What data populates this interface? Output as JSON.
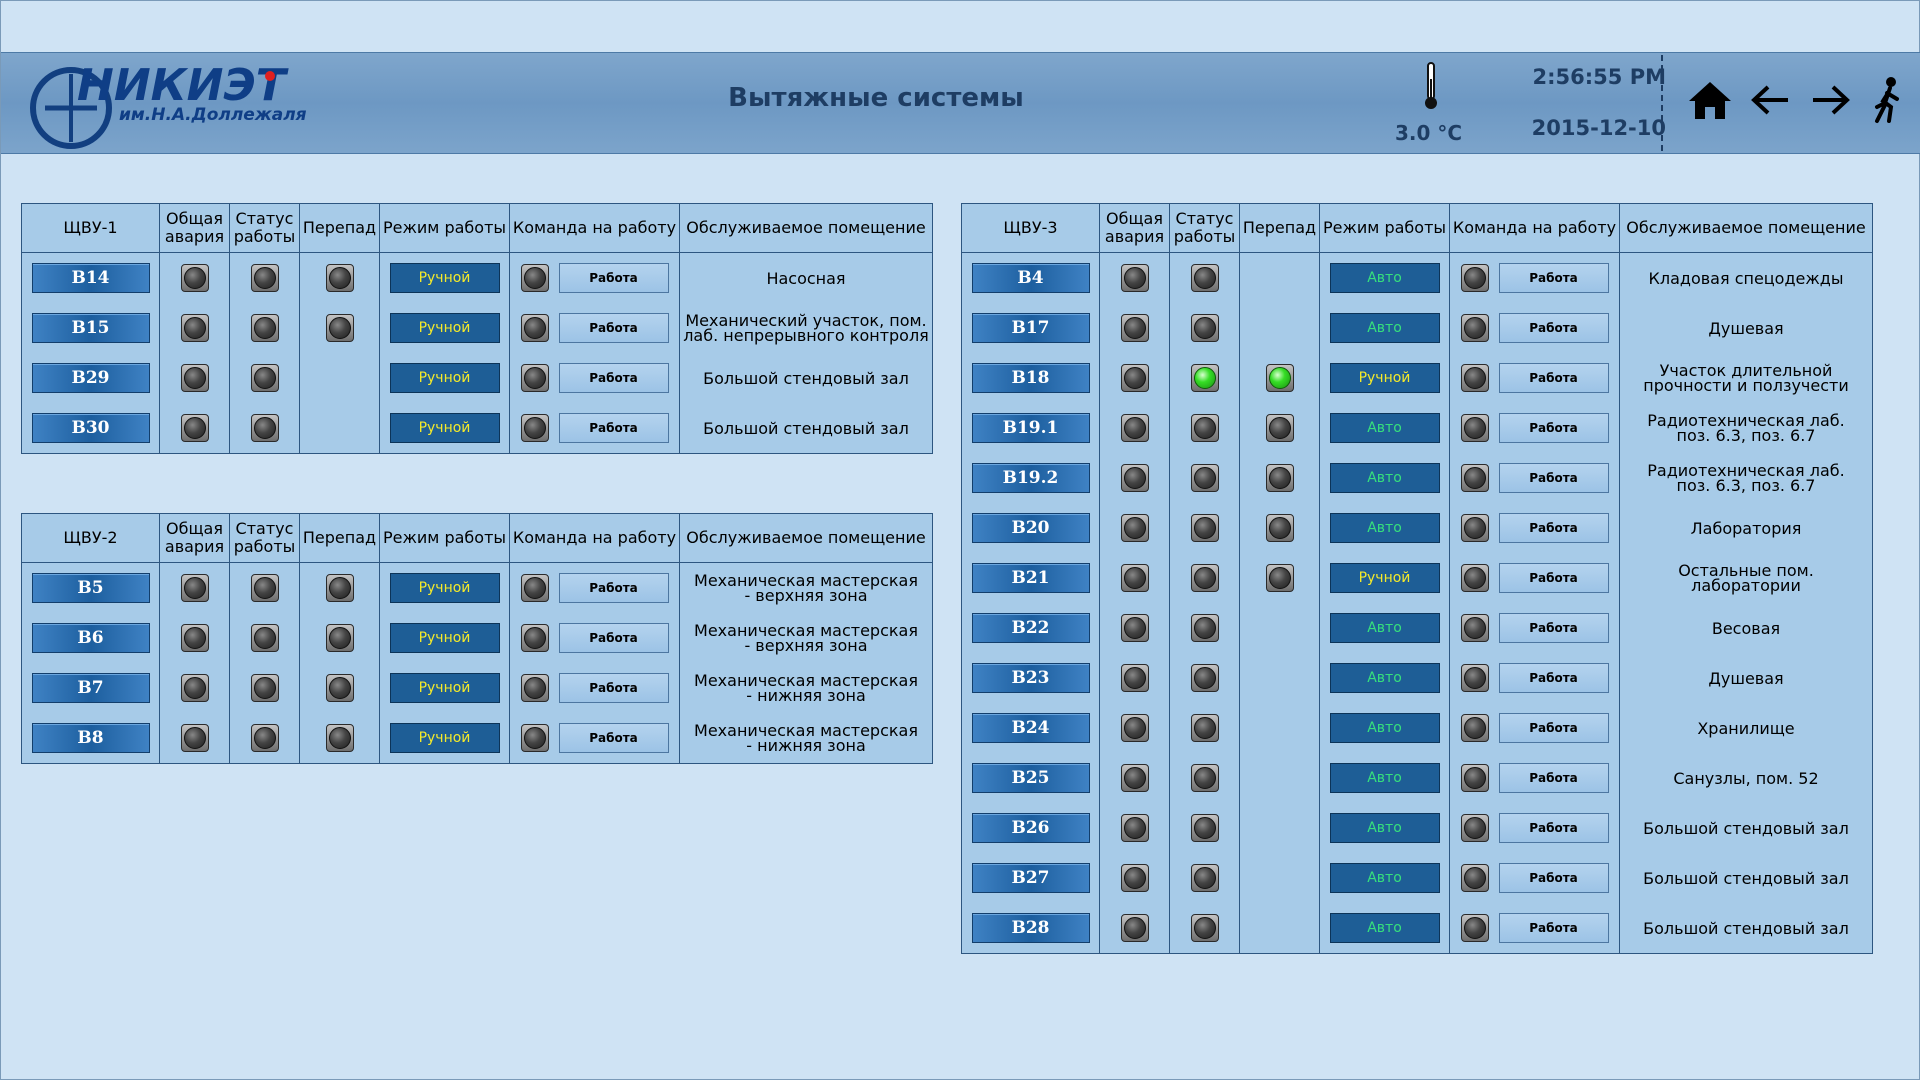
{
  "header": {
    "logo_name": "НИКИЭТ",
    "logo_sub": "им.Н.А.Доллежаля",
    "title": "Вытяжные системы",
    "temperature": "3.0 °C",
    "time": "2:56:55 PM",
    "date": "2015-12-10"
  },
  "colors": {
    "lamp_on": "#35dd25",
    "mode_manual_text": "#f4ea2a",
    "mode_auto_text": "#36e07c"
  },
  "columns": {
    "alarm": "Общая авария",
    "status": "Статус работы",
    "diff": "Перепад",
    "mode": "Режим работы",
    "command": "Команда на работу",
    "room": "Обслуживаемое помещение"
  },
  "labels": {
    "work": "Работа",
    "manual": "Ручной",
    "auto": "Авто"
  },
  "panels": [
    {
      "title": "ЩВУ-1",
      "rows": [
        {
          "id": "В14",
          "diff": true,
          "mode": "manual",
          "status_on": false,
          "diff_on": false,
          "room": [
            "Насосная"
          ]
        },
        {
          "id": "В15",
          "diff": true,
          "mode": "manual",
          "status_on": false,
          "diff_on": false,
          "room": [
            "Механический участок, пом.",
            "лаб. непрерывного контроля"
          ]
        },
        {
          "id": "В29",
          "diff": false,
          "mode": "manual",
          "status_on": false,
          "diff_on": false,
          "room": [
            "Большой стендовый зал"
          ]
        },
        {
          "id": "В30",
          "diff": false,
          "mode": "manual",
          "status_on": false,
          "diff_on": false,
          "room": [
            "Большой стендовый зал"
          ]
        }
      ]
    },
    {
      "title": "ЩВУ-2",
      "rows": [
        {
          "id": "В5",
          "diff": true,
          "mode": "manual",
          "status_on": false,
          "diff_on": false,
          "room": [
            "Механическая мастерская",
            "- верхняя зона"
          ]
        },
        {
          "id": "В6",
          "diff": true,
          "mode": "manual",
          "status_on": false,
          "diff_on": false,
          "room": [
            "Механическая мастерская",
            "- верхняя зона"
          ]
        },
        {
          "id": "В7",
          "diff": true,
          "mode": "manual",
          "status_on": false,
          "diff_on": false,
          "room": [
            "Механическая мастерская",
            "- нижняя зона"
          ]
        },
        {
          "id": "В8",
          "diff": true,
          "mode": "manual",
          "status_on": false,
          "diff_on": false,
          "room": [
            "Механическая мастерская",
            "- нижняя зона"
          ]
        }
      ]
    },
    {
      "title": "ЩВУ-3",
      "rows": [
        {
          "id": "В4",
          "diff": false,
          "mode": "auto",
          "status_on": false,
          "diff_on": false,
          "room": [
            "Кладовая спецодежды"
          ]
        },
        {
          "id": "В17",
          "diff": false,
          "mode": "auto",
          "status_on": false,
          "diff_on": false,
          "room": [
            "Душевая"
          ]
        },
        {
          "id": "В18",
          "diff": true,
          "mode": "manual",
          "status_on": true,
          "diff_on": true,
          "room": [
            "Участок длительной",
            "прочности и ползучести"
          ]
        },
        {
          "id": "В19.1",
          "diff": true,
          "mode": "auto",
          "status_on": false,
          "diff_on": false,
          "room": [
            "Радиотехническая лаб.",
            "поз. 6.3, поз. 6.7"
          ]
        },
        {
          "id": "В19.2",
          "diff": true,
          "mode": "auto",
          "status_on": false,
          "diff_on": false,
          "room": [
            "Радиотехническая лаб.",
            "поз. 6.3, поз. 6.7"
          ]
        },
        {
          "id": "В20",
          "diff": true,
          "mode": "auto",
          "status_on": false,
          "diff_on": false,
          "room": [
            "Лаборатория"
          ]
        },
        {
          "id": "В21",
          "diff": true,
          "mode": "manual",
          "status_on": false,
          "diff_on": false,
          "room": [
            "Остальные пом.",
            "лаборатории"
          ]
        },
        {
          "id": "В22",
          "diff": false,
          "mode": "auto",
          "status_on": false,
          "diff_on": false,
          "room": [
            "Весовая"
          ]
        },
        {
          "id": "В23",
          "diff": false,
          "mode": "auto",
          "status_on": false,
          "diff_on": false,
          "room": [
            "Душевая"
          ]
        },
        {
          "id": "В24",
          "diff": false,
          "mode": "auto",
          "status_on": false,
          "diff_on": false,
          "room": [
            "Хранилище"
          ]
        },
        {
          "id": "В25",
          "diff": false,
          "mode": "auto",
          "status_on": false,
          "diff_on": false,
          "room": [
            "Санузлы, пом. 52"
          ]
        },
        {
          "id": "В26",
          "diff": false,
          "mode": "auto",
          "status_on": false,
          "diff_on": false,
          "room": [
            "Большой стендовый зал"
          ]
        },
        {
          "id": "В27",
          "diff": false,
          "mode": "auto",
          "status_on": false,
          "diff_on": false,
          "room": [
            "Большой стендовый зал"
          ]
        },
        {
          "id": "В28",
          "diff": false,
          "mode": "auto",
          "status_on": false,
          "diff_on": false,
          "room": [
            "Большой стендовый зал"
          ]
        }
      ]
    }
  ]
}
